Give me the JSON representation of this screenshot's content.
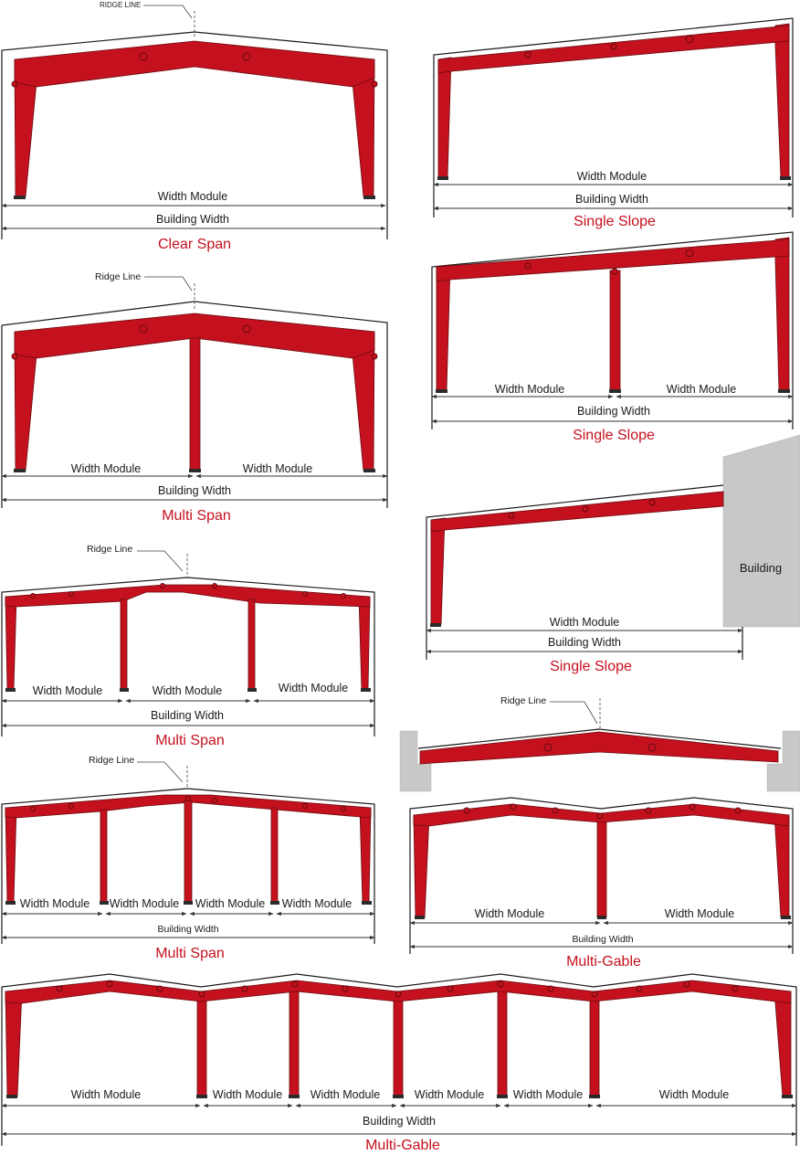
{
  "labels": {
    "ridge_line_caps": "RIDGE LINE",
    "ridge_line": "Ridge Line",
    "width_module": "Width Module",
    "building_width": "Building Width",
    "building": "Building"
  },
  "captions": {
    "clear_span": "Clear Span",
    "single_slope": "Single Slope",
    "multi_span": "Multi Span",
    "multi_gable": "Multi-Gable"
  },
  "colors": {
    "frame": "#c5111d",
    "caption": "#c5111d",
    "building": "#c8c8c8"
  }
}
